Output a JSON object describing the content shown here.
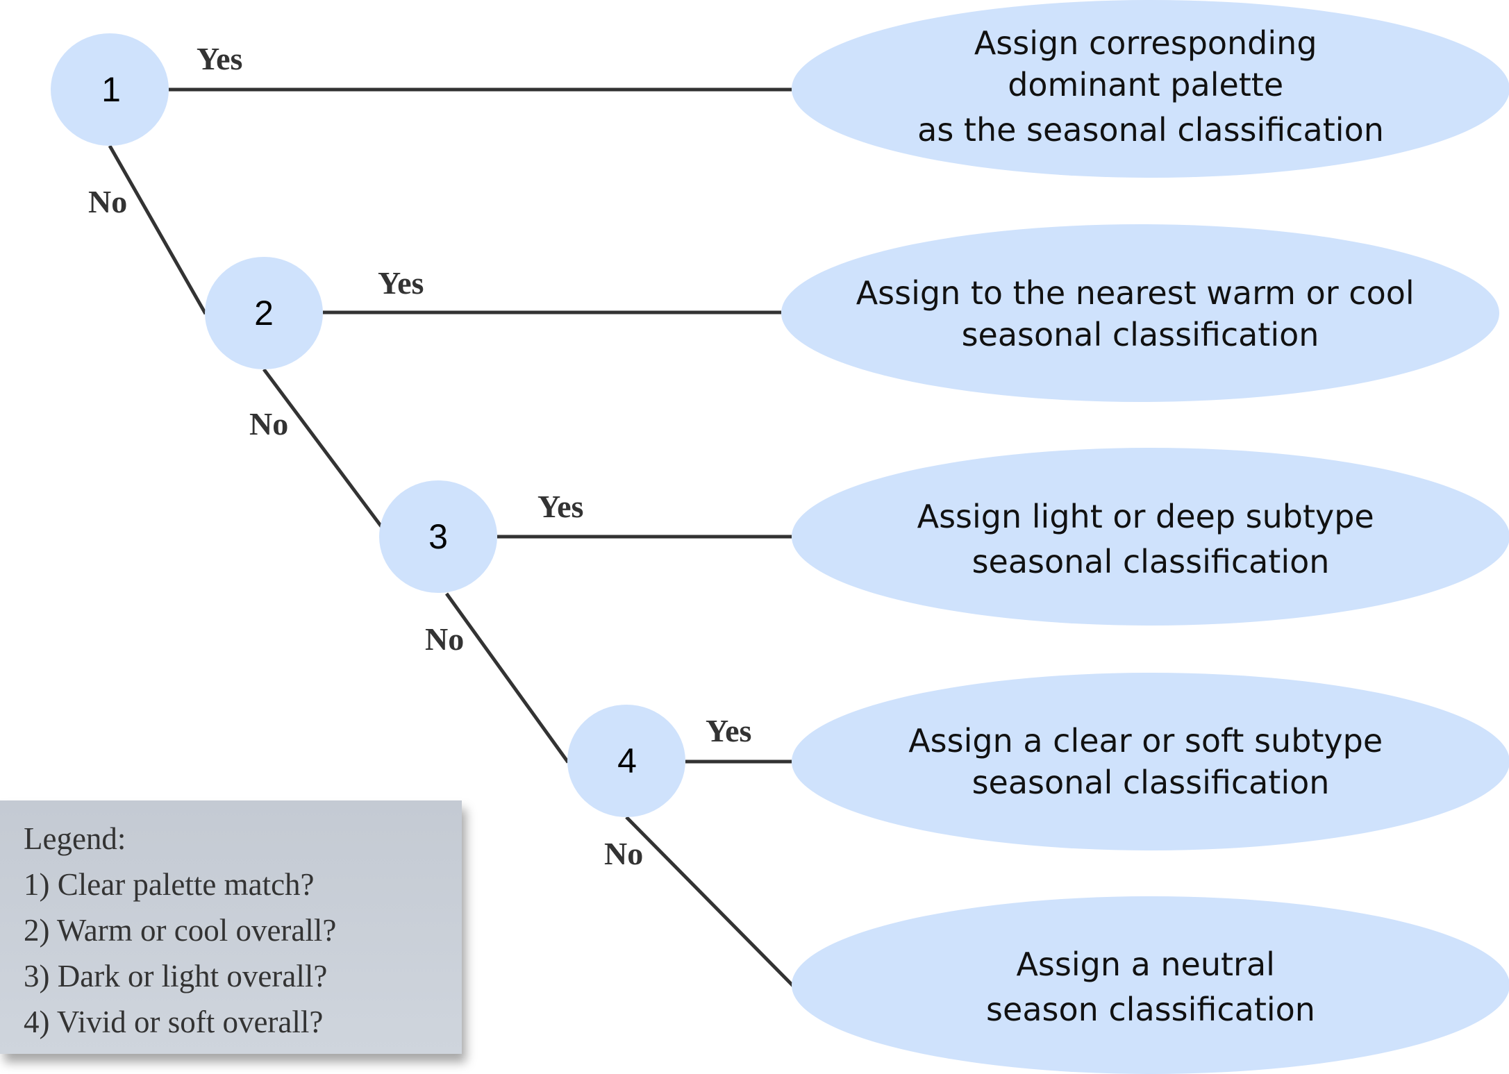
{
  "diagram": {
    "title": "Seasonal color classification decision tree",
    "colors": {
      "node_fill": "#cfe2fc",
      "edge": "#333333",
      "legend_bg": "#cbd1da"
    },
    "decisions": [
      {
        "id": "1",
        "label": "1",
        "yes_label": "Yes",
        "no_label": "No"
      },
      {
        "id": "2",
        "label": "2",
        "yes_label": "Yes",
        "no_label": "No"
      },
      {
        "id": "3",
        "label": "3",
        "yes_label": "Yes",
        "no_label": "No"
      },
      {
        "id": "4",
        "label": "4",
        "yes_label": "Yes",
        "no_label": "No"
      }
    ],
    "outcomes": [
      {
        "from": "1",
        "branch": "Yes",
        "lines": [
          "Assign corresponding",
          "dominant palette",
          "as the seasonal classification"
        ]
      },
      {
        "from": "2",
        "branch": "Yes",
        "lines": [
          "Assign to the nearest warm or cool",
          "seasonal classification"
        ]
      },
      {
        "from": "3",
        "branch": "Yes",
        "lines": [
          "Assign light or deep subtype",
          "seasonal classification"
        ]
      },
      {
        "from": "4",
        "branch": "Yes",
        "lines": [
          "Assign a clear or soft subtype",
          "seasonal classification"
        ]
      },
      {
        "from": "4",
        "branch": "No",
        "lines": [
          "Assign a neutral",
          "season classification"
        ]
      }
    ]
  },
  "legend": {
    "title": "Legend:",
    "items": [
      "1) Clear palette match?",
      "2) Warm or cool overall?",
      "3) Dark or light overall?",
      "4) Vivid or soft overall?"
    ]
  }
}
